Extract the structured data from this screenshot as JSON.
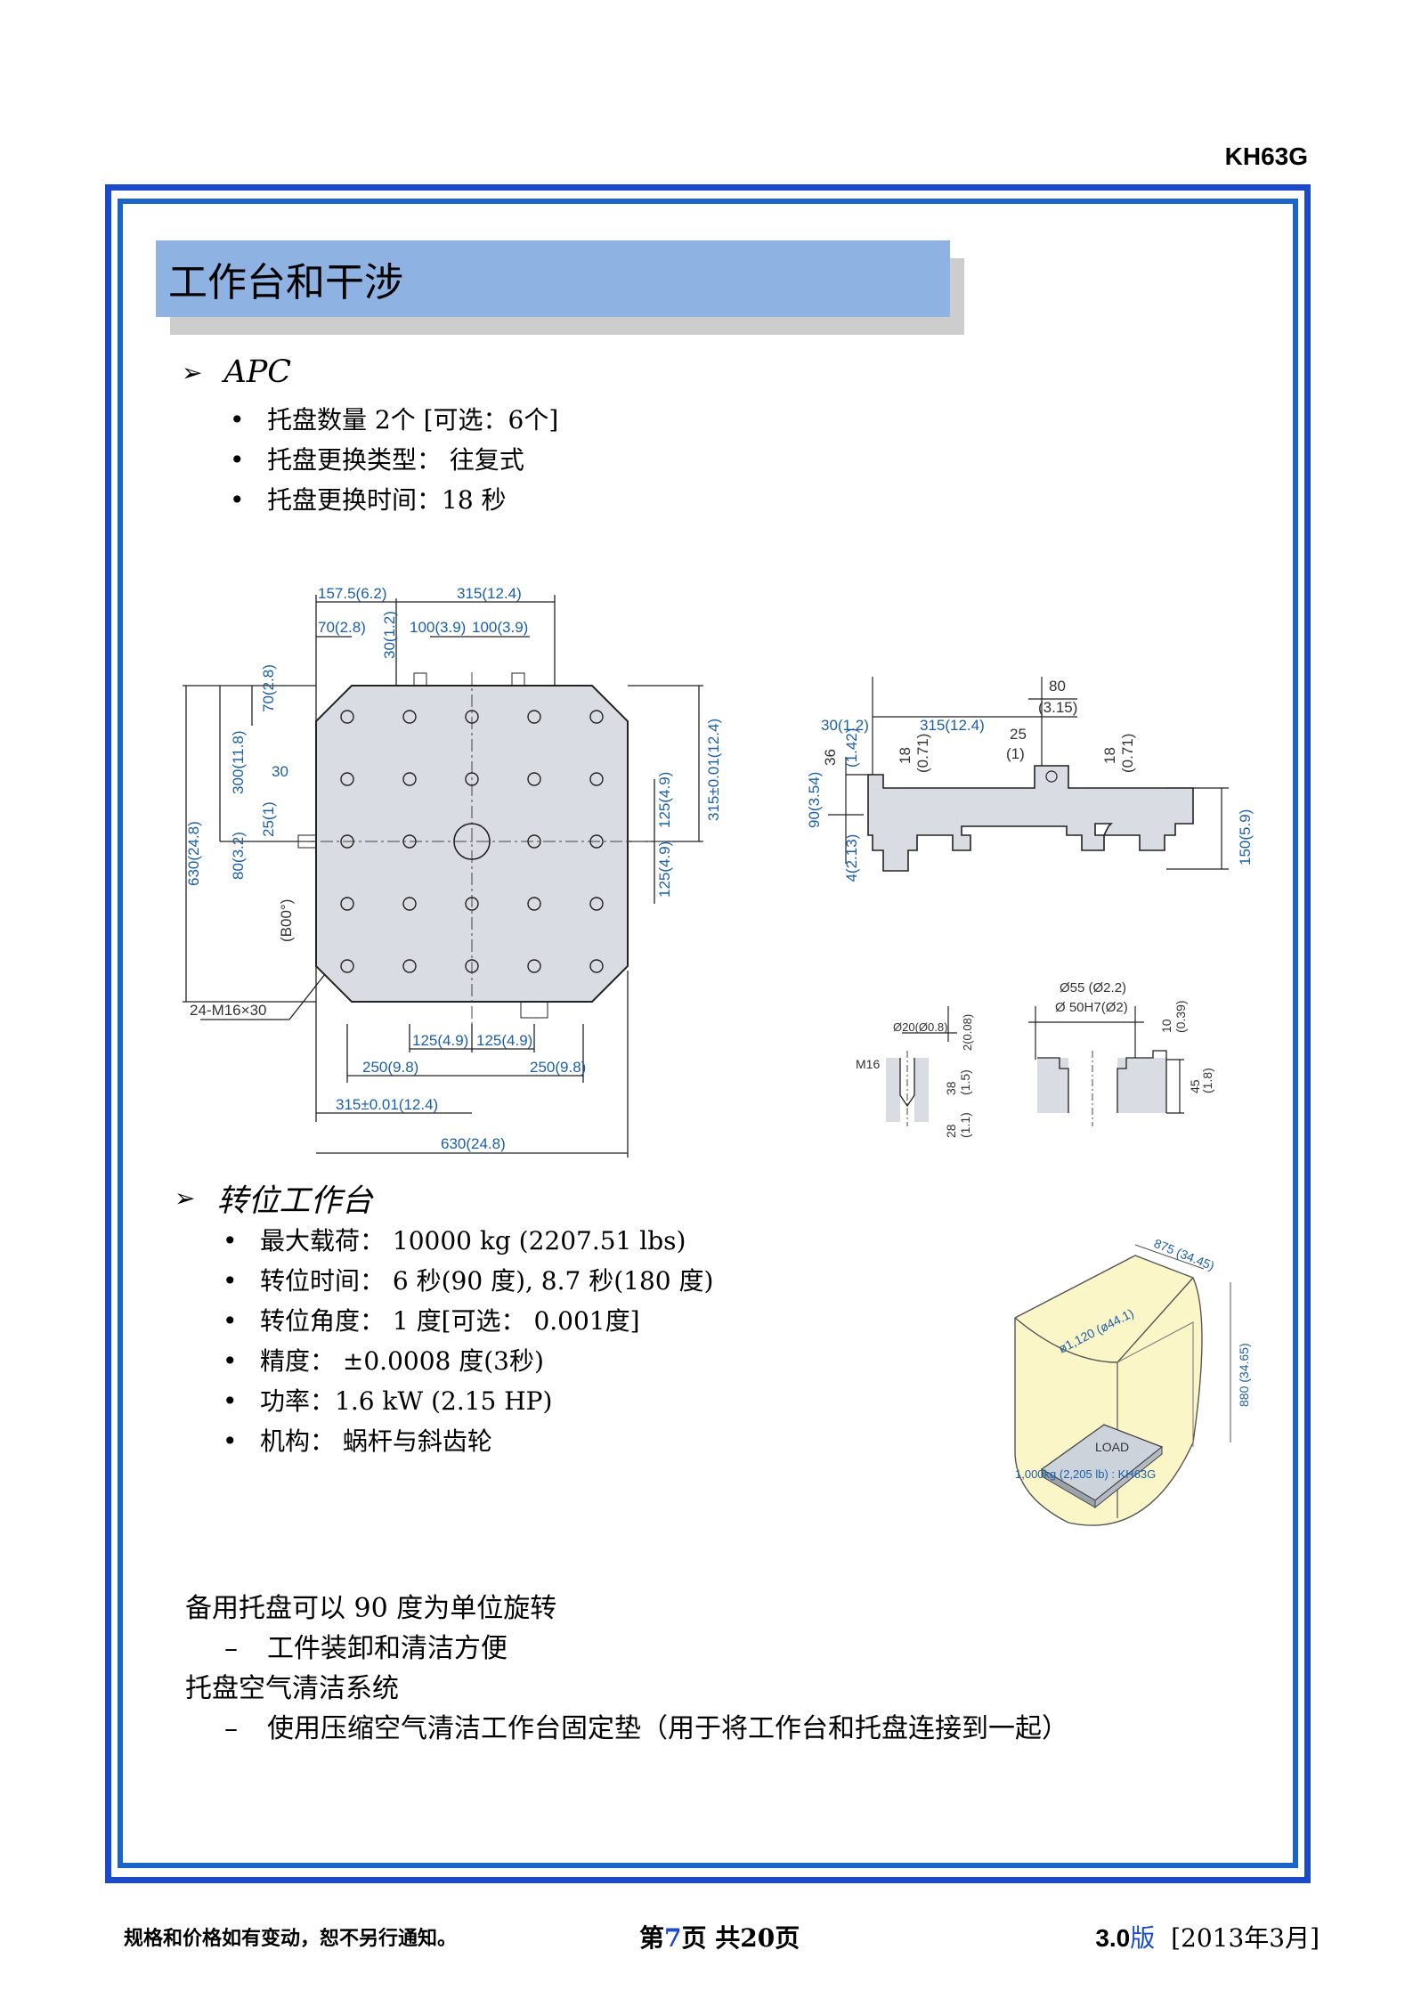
{
  "header": {
    "model": "KH63G"
  },
  "title": "工作台和干涉",
  "apc": {
    "heading": "APC",
    "items": [
      "托盘数量 2个 [可选：6个]",
      "托盘更换类型： 往复式",
      "托盘更换时间：18 秒"
    ]
  },
  "pallet_drawing": {
    "labels": {
      "d157": "157.5(6.2)",
      "d315top": "315(12.4)",
      "d70a": "70(2.8)",
      "d30a": "30(1.2)",
      "d100a": "100(3.9)",
      "d100b": "100(3.9)",
      "d70b": "70(2.8)",
      "d300": "300(11.8)",
      "d30b": "30",
      "d630v": "630(24.8)",
      "d25": "25(1)",
      "d80": "80(3.2)",
      "dB00": "(B00°)",
      "d315v": "315±0.01(12.4)",
      "d125a": "125(4.9)",
      "d125b": "125(4.9)",
      "d125c": "125(4.9)",
      "d125d": "125(4.9)",
      "d250a": "250(9.8)",
      "d250b": "250(9.8)",
      "d315h": "315±0.01(12.4)",
      "d630h": "630(24.8)",
      "thread": "24-M16×30"
    }
  },
  "side_drawing": {
    "labels": {
      "d80": "80",
      "d315": "(3.15)",
      "d30": "30(1.2)",
      "d315b": "315(12.4)",
      "d25": "25",
      "d1": "(1)",
      "d36": "36",
      "d142": "(1.42)",
      "d18a": "18",
      "d071a": "(0.71)",
      "d18b": "18",
      "d071b": "(0.71)",
      "d90": "90(3.54)",
      "d54": "54(2.13)",
      "d150": "150(5.9)"
    }
  },
  "detail_drawing": {
    "labels": {
      "phi20": "Ø20(Ø0.8)",
      "d2": "2(0.08)",
      "m16": "M16",
      "d38": "38",
      "d15": "(1.5)",
      "d28": "28",
      "d11": "(1.1)",
      "phi55": "Ø55 (Ø2.2)",
      "phi50": "Ø 50H7(Ø2)",
      "d10": "10",
      "d039": "(0.39)",
      "d45": "45",
      "d18": "(1.8)"
    }
  },
  "rotary": {
    "heading": "转位工作台",
    "items": [
      "最大载荷： 10000 kg (2207.51 lbs)",
      "转位时间： 6 秒(90 度), 8.7 秒(180 度)",
      "转位角度： 1 度[可选： 0.001度]",
      "精度： ±0.0008 度(3秒)",
      "功率：1.6 kW (2.15 HP)",
      "机构： 蜗杆与斜齿轮"
    ]
  },
  "envelope": {
    "d875": "875 (34.45)",
    "d1120": "ø1,120 (ø44.1)",
    "d880": "880 (34.65)",
    "load": "LOAD",
    "load_value": "1,000kg (2,205 lb) : KH63G"
  },
  "notes": {
    "line1": "备用托盘可以 90 度为单位旋转",
    "sub1": "工件装卸和清洁方便",
    "line2": "托盘空气清洁系统",
    "sub2": "使用压缩空气清洁工作台固定垫（用于将工作台和托盘连接到一起）"
  },
  "footer": {
    "left": "规格和价格如有变动，恕不另行通知。",
    "page_prefix": "第",
    "page_num": "7",
    "page_mid": "页 共",
    "page_total": "20",
    "page_suffix": "页",
    "version": "3.0",
    "version_suffix": "版",
    "date": "[2013年3月]"
  },
  "colors": {
    "frame": "#1b49cc",
    "title_bg": "#8eb2e2",
    "dim_blue": "#1b5fa8"
  }
}
